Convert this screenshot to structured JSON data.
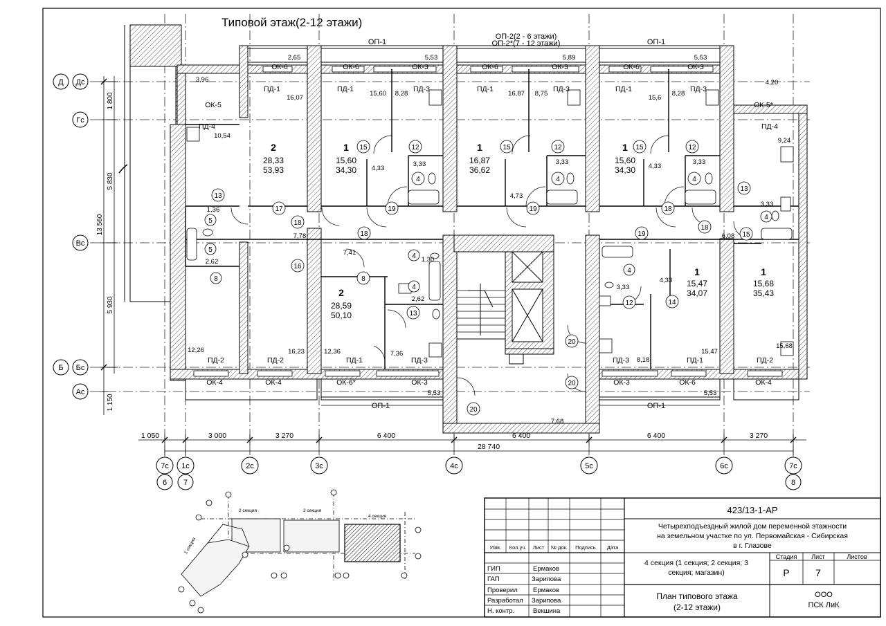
{
  "title": "Типовой этаж(2-12 этажи)",
  "beams": {
    "op1": "ОП-1",
    "op2": "ОП-2(2 - 6 этажи)",
    "op2s": "ОП-2*(7 - 12 этажи)"
  },
  "axes_left": [
    {
      "a": "Д",
      "b": "Дс"
    },
    {
      "a": "",
      "b": "Гс"
    },
    {
      "a": "",
      "b": "Вс"
    },
    {
      "a": "Б",
      "b": "Бс"
    },
    {
      "a": "",
      "b": "Ас"
    }
  ],
  "axes_bottom": [
    {
      "top": "7с",
      "bot": "6"
    },
    {
      "top": "1с",
      "bot": "7"
    },
    {
      "top": "2с",
      "bot": ""
    },
    {
      "top": "3с",
      "bot": ""
    },
    {
      "top": "4с",
      "bot": ""
    },
    {
      "top": "5с",
      "bot": ""
    },
    {
      "top": "6с",
      "bot": ""
    },
    {
      "top": "7с",
      "bot": "8"
    }
  ],
  "dims_bottom": [
    "1 050",
    "3 000",
    "3 270",
    "6 400",
    "6 400",
    "6 400",
    "3 270"
  ],
  "dim_total": "28 740",
  "dims_left": {
    "d1": "1 800",
    "d2": "5 830",
    "d3": "13 560",
    "d4": "5 930",
    "d5": "1 150"
  },
  "windows_top": [
    "ОК-6",
    "ОК-6",
    "ОК-3",
    "ОК-6",
    "ОК-3",
    "ОК-6",
    "ОК-3"
  ],
  "balconies_top": [
    "ПД-1",
    "ПД-1",
    "ПД-3",
    "ПД-1",
    "ПД-3",
    "ПД-1",
    "ПД-3"
  ],
  "windows_bottom": [
    "ОК-4",
    "ОК-4",
    "ОК-6*",
    "ОК-3",
    "ОК-3",
    "ОК-6",
    "ОК-4"
  ],
  "balconies_bottom": [
    "ПД-2",
    "ПД-2",
    "ПД-1",
    "ПД-3",
    "ПД-3",
    "ПД-1",
    "ПД-2"
  ],
  "side_marks": {
    "ok5": "ОК-5",
    "ok5s": "ОК-5*",
    "pd4a": "ПД-4",
    "pd4b": "ПД-4"
  },
  "apartments": [
    {
      "rooms": "2",
      "living": "28,33",
      "total": "53,93"
    },
    {
      "rooms": "1",
      "living": "15,60",
      "total": "34,30"
    },
    {
      "rooms": "1",
      "living": "16,87",
      "total": "36,62"
    },
    {
      "rooms": "1",
      "living": "15,60",
      "total": "34,30"
    },
    {
      "rooms": "2",
      "living": "28,59",
      "total": "50,10"
    },
    {
      "rooms": "1",
      "living": "15,47",
      "total": "34,07"
    },
    {
      "rooms": "1",
      "living": "15,68",
      "total": "35,43"
    }
  ],
  "areas_top": [
    "2,65",
    "3,96",
    "16,07",
    "5,53",
    "15,60",
    "8,28",
    "5,89",
    "16,87",
    "8,75",
    "5,53",
    "15,6",
    "8,28",
    "4,20",
    "10,54",
    "9,24"
  ],
  "areas_mid": [
    "4,33",
    "3,33",
    "4,73",
    "3,33",
    "4,33",
    "3,33",
    "1,36",
    "3,33",
    "7,78",
    "6,08",
    "7,41",
    "1,30",
    "2,62",
    "2,62",
    "4,33",
    "3,33"
  ],
  "areas_bottom": [
    "12,26",
    "16,23",
    "12,36",
    "7,36",
    "8,18",
    "15,47",
    "15,68",
    "5,53",
    "5,53",
    "7,68"
  ],
  "room_codes": [
    "15",
    "12",
    "4",
    "13",
    "5",
    "17",
    "18",
    "19",
    "16",
    "8",
    "14",
    "20"
  ],
  "stamp": {
    "code": "423/13-1-АР",
    "desc1": "Четырехподъездный жилой дом переменной этажности",
    "desc2": "на земельном участке по ул. Первомайская - Сибирская",
    "desc3": "в г. Глазове",
    "headers": [
      "Изм.",
      "Кол.уч.",
      "Лист",
      "№ док.",
      "Подпись",
      "Дата"
    ],
    "roles": [
      "ГИП",
      "ГАП",
      "Проверил",
      "Разработал",
      "Н. контр."
    ],
    "names": [
      "Ермаков",
      "Зарипова",
      "Ермаков",
      "Зарипова",
      "Векшина"
    ],
    "section1": "4 секция (1 секция; 2 секция; 3",
    "section2": "секция; магазин)",
    "stage_h": "Стадия",
    "sheet_h": "Лист",
    "sheets_h": "Листов",
    "stage": "Р",
    "sheet": "7",
    "sheets": "",
    "sheet_title1": "План типового этажа",
    "sheet_title2": "(2-12 этажи)",
    "org1": "ООО",
    "org2": "ПСК ЛиК"
  },
  "keyplan": {
    "s1": "1 секция",
    "s2": "2 секция",
    "s3": "3 секция",
    "s4": "4 секция"
  }
}
